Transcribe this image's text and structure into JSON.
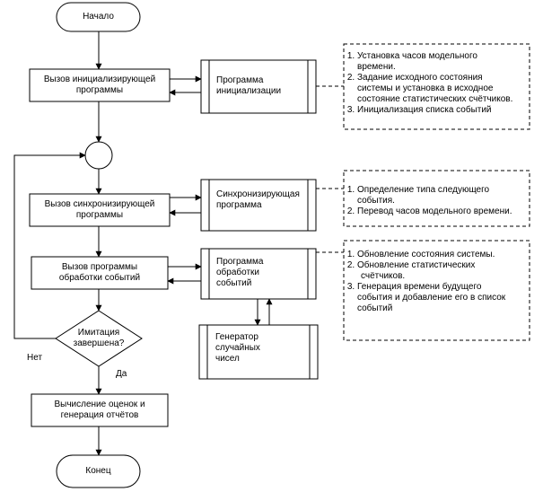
{
  "terminals": {
    "start": "Начало",
    "end": "Конец"
  },
  "processes": {
    "init_call": [
      "Вызов инициализирующей",
      "программы"
    ],
    "sync_call": [
      "Вызов синхронизирующей",
      "программы"
    ],
    "event_call": [
      "Вызов программы",
      "обработки событий"
    ],
    "report": [
      "Вычисление оценок и",
      "генерация отчётов"
    ]
  },
  "subprograms": {
    "init": [
      "Программа",
      "инициализации"
    ],
    "sync": [
      "Синхронизирующая",
      "программа"
    ],
    "event": [
      "Программа",
      "обработки",
      "событий"
    ],
    "random": [
      "Генератор",
      "случайных",
      "чисел"
    ]
  },
  "decision": {
    "text": [
      "Имитация",
      "завершена?"
    ],
    "no": "Нет",
    "yes": "Да"
  },
  "notes": {
    "init": [
      [
        "Установка часов модельного",
        "времени."
      ],
      [
        "Задание исходного состояния",
        "системы и установка в исходное",
        "состояние статистических счётчиков."
      ],
      [
        "Инициализация списка событий"
      ]
    ],
    "sync": [
      [
        "Определение типа следующего",
        "события."
      ],
      [
        "Перевод часов модельного времени."
      ]
    ],
    "event": [
      [
        "Обновление состояния системы."
      ],
      [
        "Обновление статистических",
        "счётчиков."
      ],
      [
        "Генерация времени будущего",
        "события и добавление его в список",
        "событий"
      ]
    ]
  }
}
